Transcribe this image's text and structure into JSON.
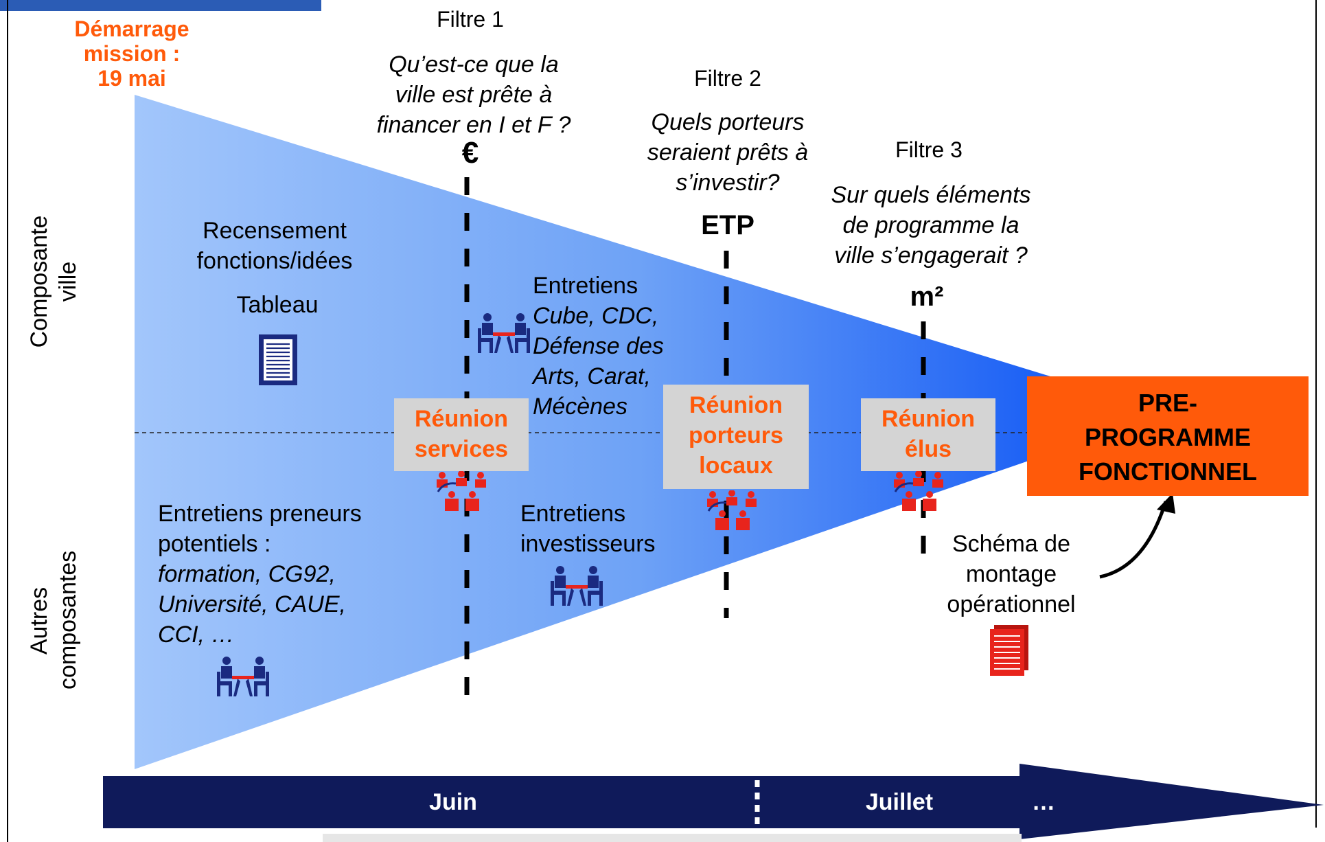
{
  "start": {
    "lines": [
      "Démarrage",
      "mission :",
      "19 mai"
    ]
  },
  "filters": [
    {
      "title": "Filtre 1",
      "question_lines": [
        "Qu’est-ce que la",
        "ville est prête à",
        "financer en I et F ?"
      ],
      "symbol": "€"
    },
    {
      "title": "Filtre 2",
      "question_lines": [
        "Quels porteurs",
        "seraient prêts à",
        "s’investir?"
      ],
      "symbol": "ETP"
    },
    {
      "title": "Filtre 3",
      "question_lines": [
        "Sur quels éléments",
        "de programme la",
        "ville s’engagerait ?"
      ],
      "symbol": "m²"
    }
  ],
  "side_labels": {
    "top": [
      "Composante",
      "ville"
    ],
    "bottom": [
      "Autres",
      "composantes"
    ]
  },
  "recensement": {
    "lines": [
      "Recensement",
      "fonctions/idées"
    ],
    "tableau": "Tableau"
  },
  "entretiens_top": {
    "title": "Entretiens",
    "italic_lines": [
      "Cube, CDC,",
      "Défense des",
      "Arts, Carat,",
      "Mécènes"
    ]
  },
  "entretiens_preneurs": {
    "lines": [
      "Entretiens preneurs",
      "potentiels :"
    ],
    "italic_lines": [
      "formation, CG92,",
      "Université, CAUE,",
      "CCI, …"
    ]
  },
  "entretiens_investisseurs": {
    "lines": [
      "Entretiens",
      "investisseurs"
    ]
  },
  "meetings": [
    {
      "lines": [
        "Réunion",
        "services"
      ]
    },
    {
      "lines": [
        "Réunion",
        "porteurs",
        "locaux"
      ]
    },
    {
      "lines": [
        "Réunion",
        "élus"
      ]
    }
  ],
  "result": {
    "lines": [
      "PRE-",
      "PROGRAMME",
      "FONCTIONNEL"
    ]
  },
  "schema": {
    "lines": [
      "Schéma de",
      "montage",
      "opérationnel"
    ]
  },
  "timeline": {
    "months": [
      "Juin",
      "Juillet",
      "…"
    ]
  },
  "colors": {
    "orange": "#ff5a0a",
    "navy": "#0f1a5a",
    "funnel_light": "#9cc3fb",
    "funnel_dark": "#1e63f5",
    "red_icon": "#e8241c",
    "blue_icon": "#1a2a80"
  }
}
